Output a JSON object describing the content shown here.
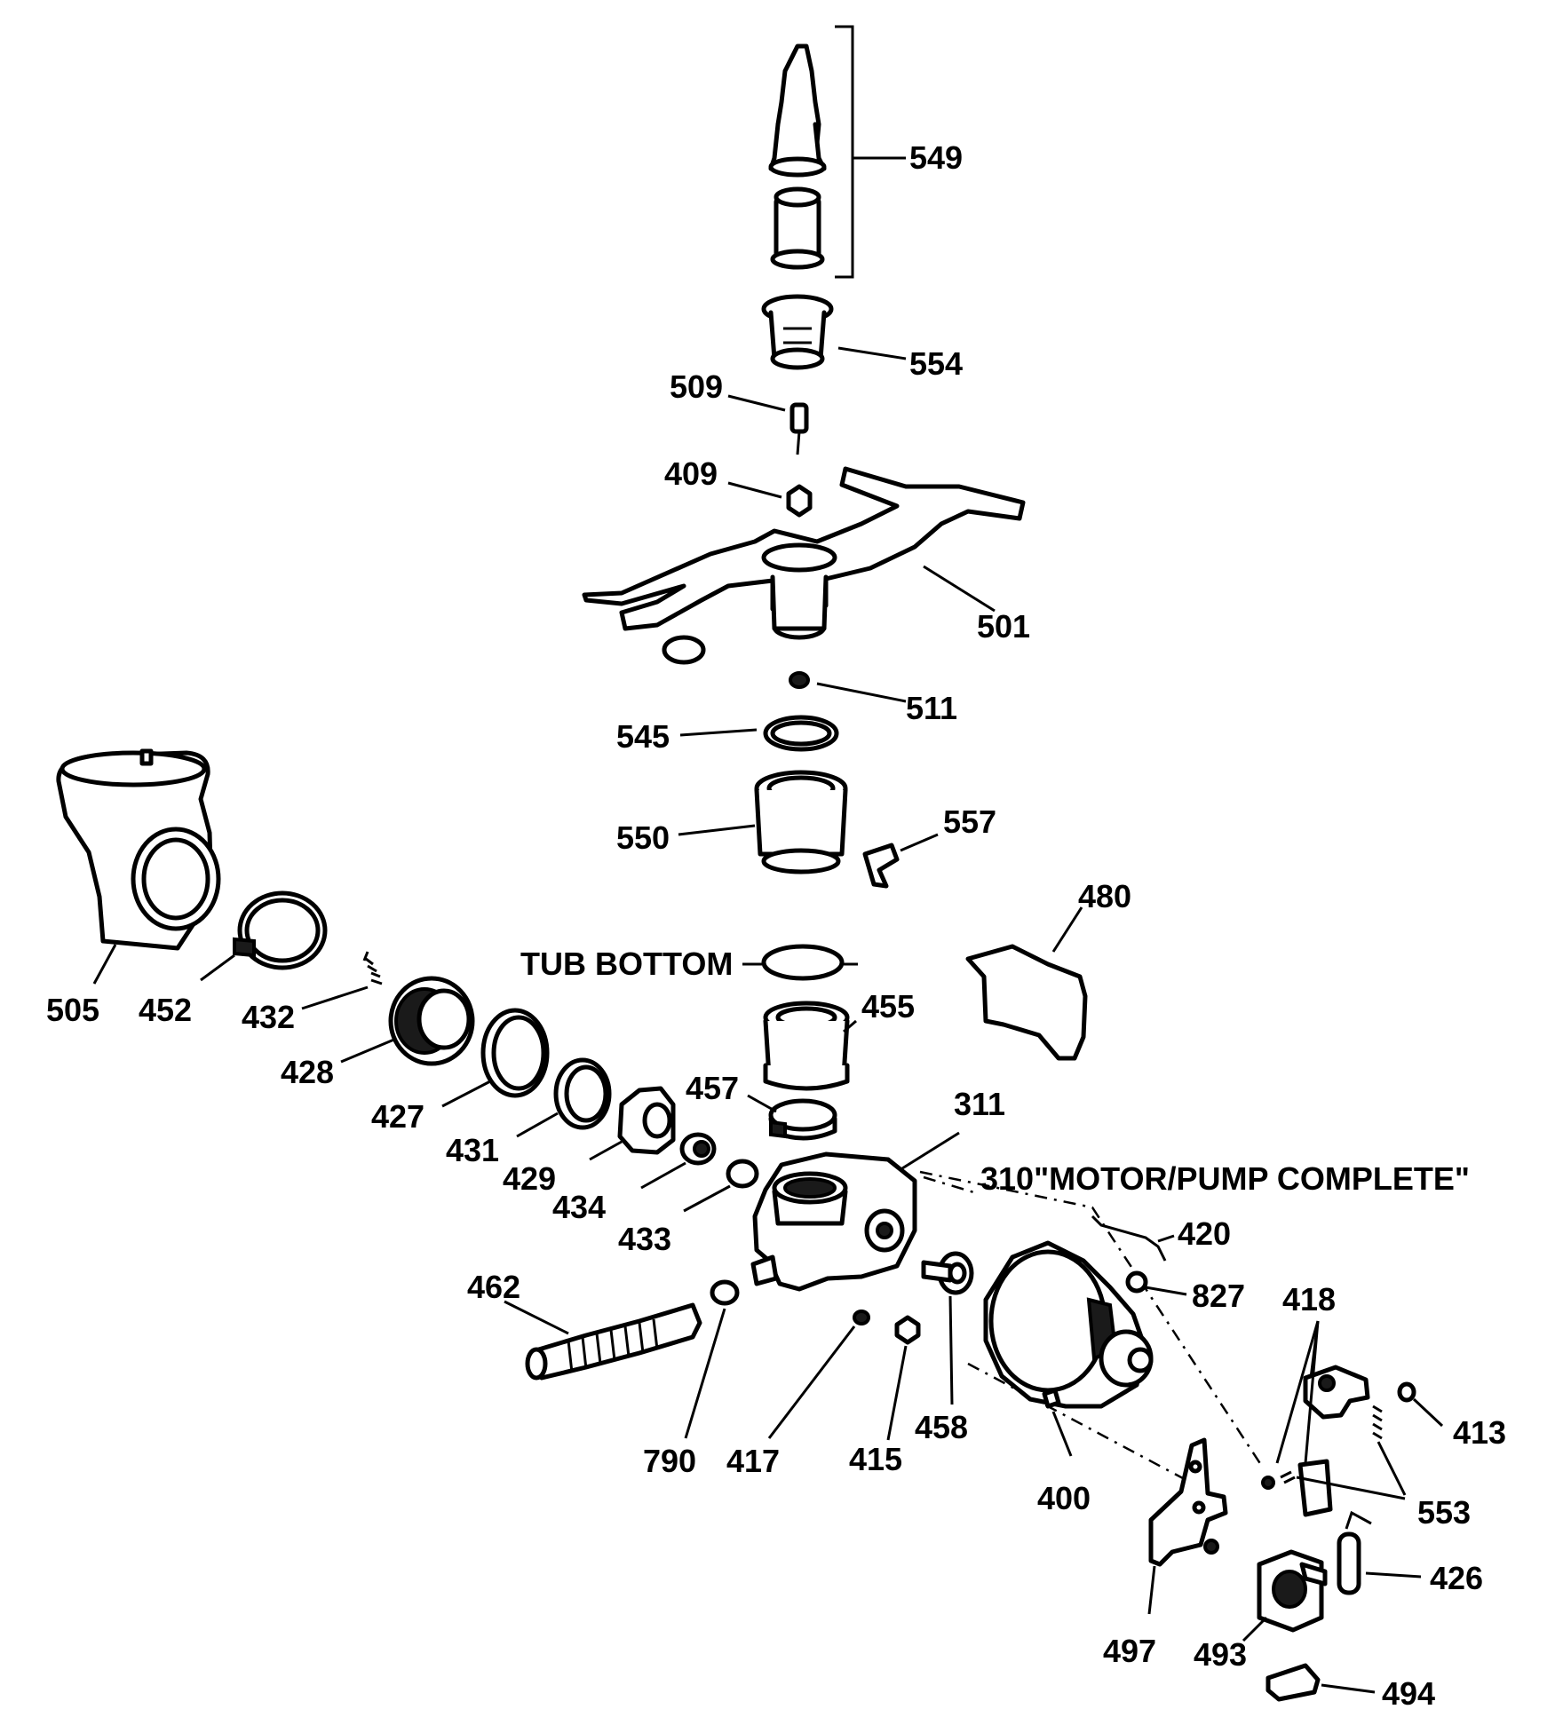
{
  "labels": {
    "p549": "549",
    "p554": "554",
    "p509": "509",
    "p409": "409",
    "p501": "501",
    "p511": "511",
    "p545": "545",
    "p550": "550",
    "p557": "557",
    "p480": "480",
    "p505": "505",
    "p452": "452",
    "p432": "432",
    "p428": "428",
    "p427": "427",
    "p431": "431",
    "p429": "429",
    "p434": "434",
    "p433": "433",
    "p455": "455",
    "p457": "457",
    "p311": "311",
    "p420": "420",
    "p827": "827",
    "p418": "418",
    "p413": "413",
    "p553": "553",
    "p426": "426",
    "p462": "462",
    "p790": "790",
    "p417": "417",
    "p415": "415",
    "p458": "458",
    "p400": "400",
    "p497": "497",
    "p493": "493",
    "p494": "494"
  },
  "callouts": {
    "tub_bottom": "TUB BOTTOM",
    "motor_pump": "310\"MOTOR/PUMP COMPLETE\""
  }
}
